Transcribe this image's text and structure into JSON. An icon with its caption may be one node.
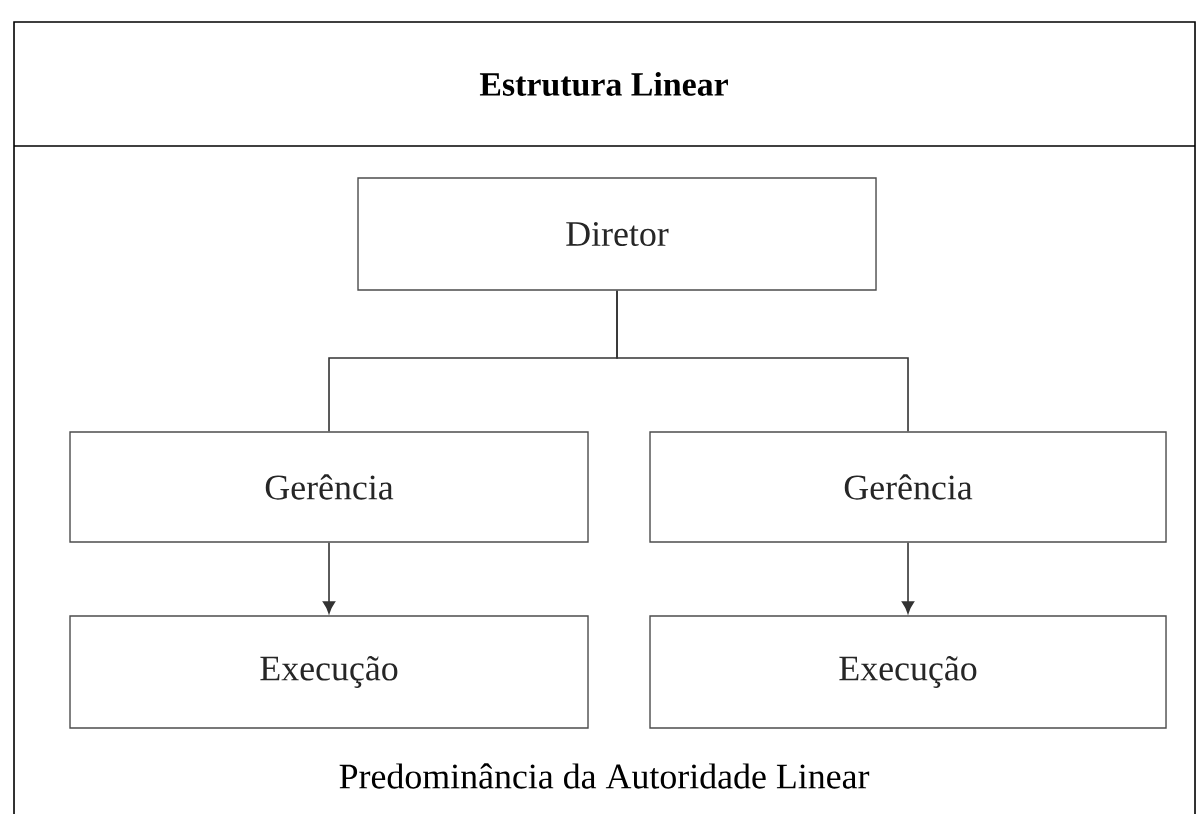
{
  "diagram": {
    "title": "Estrutura Linear",
    "caption": "Predominância da Autoridade Linear",
    "nodes": [
      {
        "text": [
          "Diretor"
        ]
      },
      {
        "text": [
          "Gerência"
        ]
      },
      {
        "text": [
          "Gerência"
        ]
      },
      {
        "text": [
          "Execução"
        ]
      },
      {
        "text": [
          "Execução"
        ]
      }
    ],
    "edges": [
      {
        "from": 0,
        "to": 1,
        "arrow": "none"
      },
      {
        "from": 0,
        "to": 2,
        "arrow": "none"
      },
      {
        "from": 1,
        "to": 3,
        "arrow": "to"
      },
      {
        "from": 2,
        "to": 4,
        "arrow": "to"
      }
    ]
  }
}
